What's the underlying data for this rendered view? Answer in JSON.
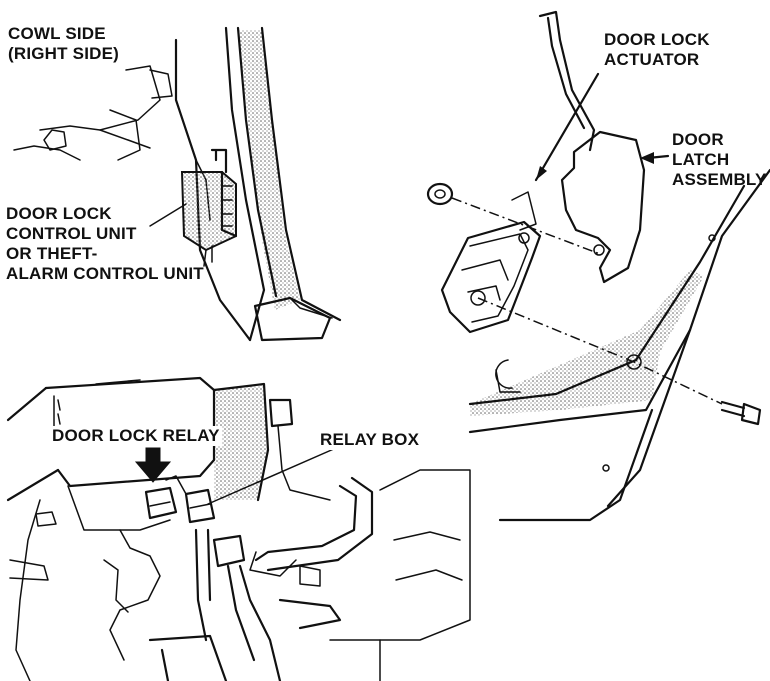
{
  "panels": {
    "cowl": {
      "heading_line1": "COWL SIDE",
      "heading_line2": "(RIGHT SIDE)",
      "unit_line1": "DOOR LOCK",
      "unit_line2": "CONTROL UNIT",
      "unit_line3": "OR THEFT-",
      "unit_line4": "ALARM CONTROL UNIT"
    },
    "door": {
      "actuator_line1": "DOOR LOCK",
      "actuator_line2": "ACTUATOR",
      "latch_line1": "DOOR",
      "latch_line2": "LATCH",
      "latch_line3": "ASSEMBLY"
    },
    "dash": {
      "relay_label": "DOOR LOCK RELAY",
      "relay_box_label": "RELAY BOX"
    }
  },
  "colors": {
    "ink": "#111111",
    "paper": "#ffffff",
    "stipple": "#9a9a9a"
  }
}
